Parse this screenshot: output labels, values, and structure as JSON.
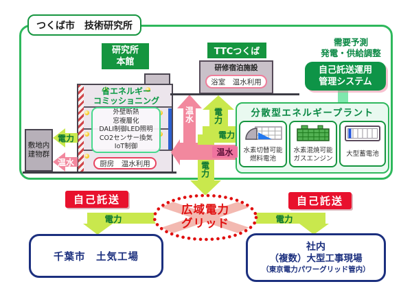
{
  "title": {
    "site": "つくば市　技術研究所"
  },
  "buildings": {
    "main": {
      "name_l1": "研究所",
      "name_l2": "本館",
      "commissioning_l1": "省エネルギー",
      "commissioning_l2": "コミッショニング",
      "retrofit": [
        "外壁断熱",
        "窓複層化",
        "DALI制御LED照明",
        "CO2センサー換気",
        "IoT制御"
      ],
      "kitchen": "厨房　温水利用"
    },
    "site_group": {
      "name_l1": "敷地内",
      "name_l2": "建物群"
    },
    "ttc": {
      "name": "TTCつくば",
      "facility": "研修宿泊施設",
      "bath": "浴室　温水利用"
    }
  },
  "management": {
    "caption_l1": "需要予測",
    "caption_l2": "発電・供給調整",
    "name_l1": "自己託送運用",
    "name_l2": "管理システム"
  },
  "plant": {
    "title": "分散型エネルギープラント",
    "units": [
      {
        "l1": "水素切替可能",
        "l2": "燃料電池"
      },
      {
        "l1": "水素混焼可能",
        "l2": "ガスエンジン"
      },
      {
        "l1": "大型蓄電池",
        "l2": ""
      }
    ]
  },
  "flows": {
    "electricity": "電力",
    "hot_water": "温水"
  },
  "grid": {
    "name_l1": "広域電力",
    "name_l2": "グリッド"
  },
  "consignment": {
    "label": "自己託送"
  },
  "destinations": {
    "chiba": {
      "name": "千葉市　土気工場"
    },
    "sites": {
      "l1": "社内",
      "l2": "（複数）大型工事現場",
      "l3": "（東京電力パワーグリッド管内）"
    }
  },
  "colors": {
    "site_border_green": "#2eb85c",
    "deep_green": "#15953f",
    "green_text": "#0a8844",
    "electricity_arrow": "#c9e84d",
    "hot_water_arrow": "#f2889e",
    "self_consignment_red": "#e8112d",
    "grid_red": "#e01010",
    "destination_blue": "#1b2f7e",
    "building_gray": "#c9c1c9"
  }
}
